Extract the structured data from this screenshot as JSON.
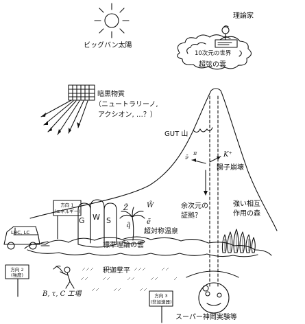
{
  "labels": {
    "big_bang_sun": "ビッグバン太陽",
    "theorist": "理論家",
    "ten_dim_world": "10次元の世界",
    "superstring_cloud": "超弦の雲",
    "dark_matter_line1": "暗黒物質",
    "dark_matter_line2": "（ニュートラリーノ,",
    "dark_matter_line3": "アクシオン, …？）",
    "gut_mountain": "GUT 山",
    "proton_decay": "陽子崩壊",
    "extra_dim_line1": "余次元の",
    "extra_dim_line2": "証拠？",
    "strong_interaction_line1": "強い相互",
    "strong_interaction_line2": "作用の森",
    "supersymmetric_hot_spring": "超対称温泉",
    "standard_theory_cloud": "標準理論の雲",
    "shaka_palm_plain": "釈迦掌平",
    "bTauC_factory": "B, τ, C 工場",
    "super_kamioka": "スーパー神岡実験等"
  },
  "signs": {
    "direction1_title": "方向 1",
    "direction1_sub": "(エネルギー)",
    "direction2_title": "方向 2",
    "direction2_sub": "(強度)",
    "direction3_title": "方向 3",
    "direction3_sub": "(非加速器)"
  },
  "car_label": "LHC, LC",
  "gws_letters": [
    "G",
    "W",
    "S"
  ],
  "particles": {
    "z": "Z̃",
    "w": "W̃",
    "q": "q̃",
    "e": "ẽ",
    "k_plus": "K⁺",
    "nu": "ν̄",
    "pi": "π"
  },
  "palette": {
    "ink": "#111111",
    "paper": "#ffffff",
    "shade": "#bbbbbb"
  }
}
